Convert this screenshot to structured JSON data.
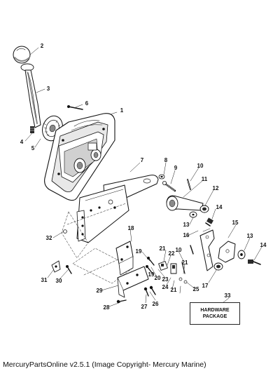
{
  "callouts": [
    "1",
    "2",
    "3",
    "4",
    "5",
    "6",
    "7",
    "8",
    "9",
    "10",
    "11",
    "12",
    "13",
    "14",
    "15",
    "16",
    "17",
    "18",
    "19",
    "20",
    "21",
    "22",
    "23",
    "24",
    "25",
    "26",
    "27",
    "28",
    "29",
    "30",
    "31",
    "32",
    "33"
  ],
  "callouts_extra": [
    "10",
    "13",
    "14",
    "19",
    "21",
    "21"
  ],
  "hardware_package": {
    "line1": "HARDWARE",
    "line2": "PACKAGE"
  },
  "footer": {
    "copyright": "MercuryPartsOnline v2.5.1 (Image Copyright- Mercury Marine)"
  },
  "colors": {
    "ink": "#111111",
    "paper": "#ffffff",
    "shade": "#8a8a8a",
    "dark": "#2a2a2a"
  }
}
